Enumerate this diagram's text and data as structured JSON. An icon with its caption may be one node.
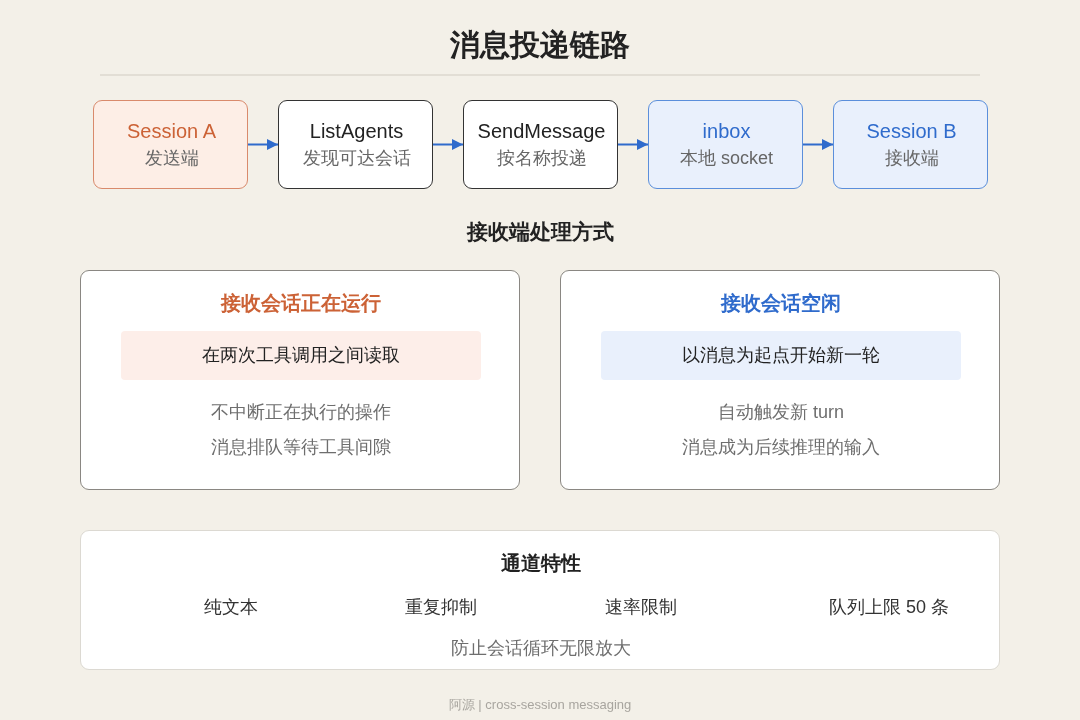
{
  "diagram": {
    "title": "消息投递链路",
    "nodes": [
      {
        "text": [
          "Session A",
          "发送端"
        ]
      },
      {
        "text": [
          "ListAgents",
          "发现可达会话"
        ]
      },
      {
        "text": [
          "SendMessage",
          "按名称投递"
        ]
      },
      {
        "text": [
          "inbox",
          "本地 socket"
        ]
      },
      {
        "text": [
          "Session B",
          "接收端"
        ]
      },
      {
        "text": [
          "接收会话正在运行",
          "不中断正在执行的操作",
          "消息排队等待工具间隙"
        ]
      },
      {
        "text": [
          "在两次工具调用之间读取"
        ],
        "in": 5
      },
      {
        "text": [
          "接收会话空闲",
          "自动触发新 turn",
          "消息成为后续推理的输入"
        ]
      },
      {
        "text": [
          "以消息为起点开始新一轮"
        ],
        "in": 7
      },
      {
        "text": [
          "通道特性",
          "纯文本",
          "重复抑制",
          "速率限制",
          "队列上限 50 条",
          "防止会话循环无限放大"
        ]
      }
    ],
    "edges": [
      {
        "from": 0,
        "to": 1,
        "arrow": "to"
      },
      {
        "from": 1,
        "to": 2,
        "arrow": "to"
      },
      {
        "from": 2,
        "to": 3,
        "arrow": "to"
      },
      {
        "from": 3,
        "to": 4,
        "arrow": "to"
      }
    ],
    "labels": [
      "接收端处理方式"
    ],
    "caption": "阿源 | cross-session messaging"
  }
}
